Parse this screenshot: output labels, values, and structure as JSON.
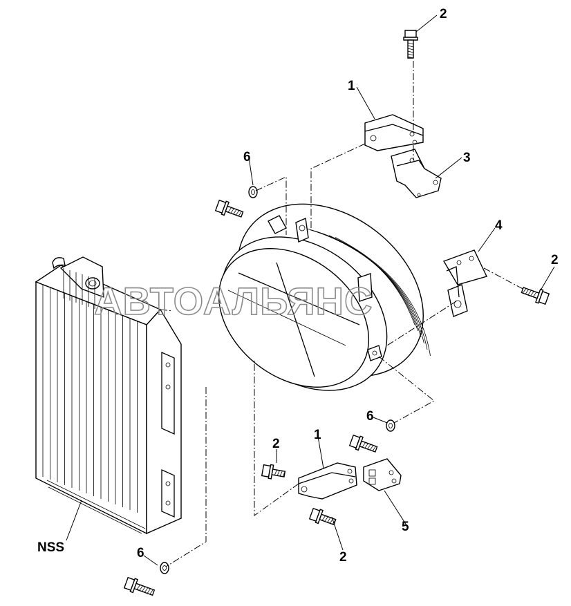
{
  "watermark": "АВТОАЛЬЯНС",
  "callouts": [
    {
      "id": "c2-top",
      "text": "2"
    },
    {
      "id": "c1-top",
      "text": "1"
    },
    {
      "id": "c3",
      "text": "3"
    },
    {
      "id": "c6-top",
      "text": "6"
    },
    {
      "id": "c4",
      "text": "4"
    },
    {
      "id": "c2-right",
      "text": "2"
    },
    {
      "id": "c6-mid",
      "text": "6"
    },
    {
      "id": "c1-bottom",
      "text": "1"
    },
    {
      "id": "c2-mid",
      "text": "2"
    },
    {
      "id": "c5",
      "text": "5"
    },
    {
      "id": "c2-bottom",
      "text": "2"
    },
    {
      "id": "c6-bottom",
      "text": "6"
    },
    {
      "id": "nss",
      "text": "NSS"
    }
  ],
  "colors": {
    "line": "#000000",
    "background": "#ffffff",
    "watermark_outline": "#8a8a8a"
  }
}
